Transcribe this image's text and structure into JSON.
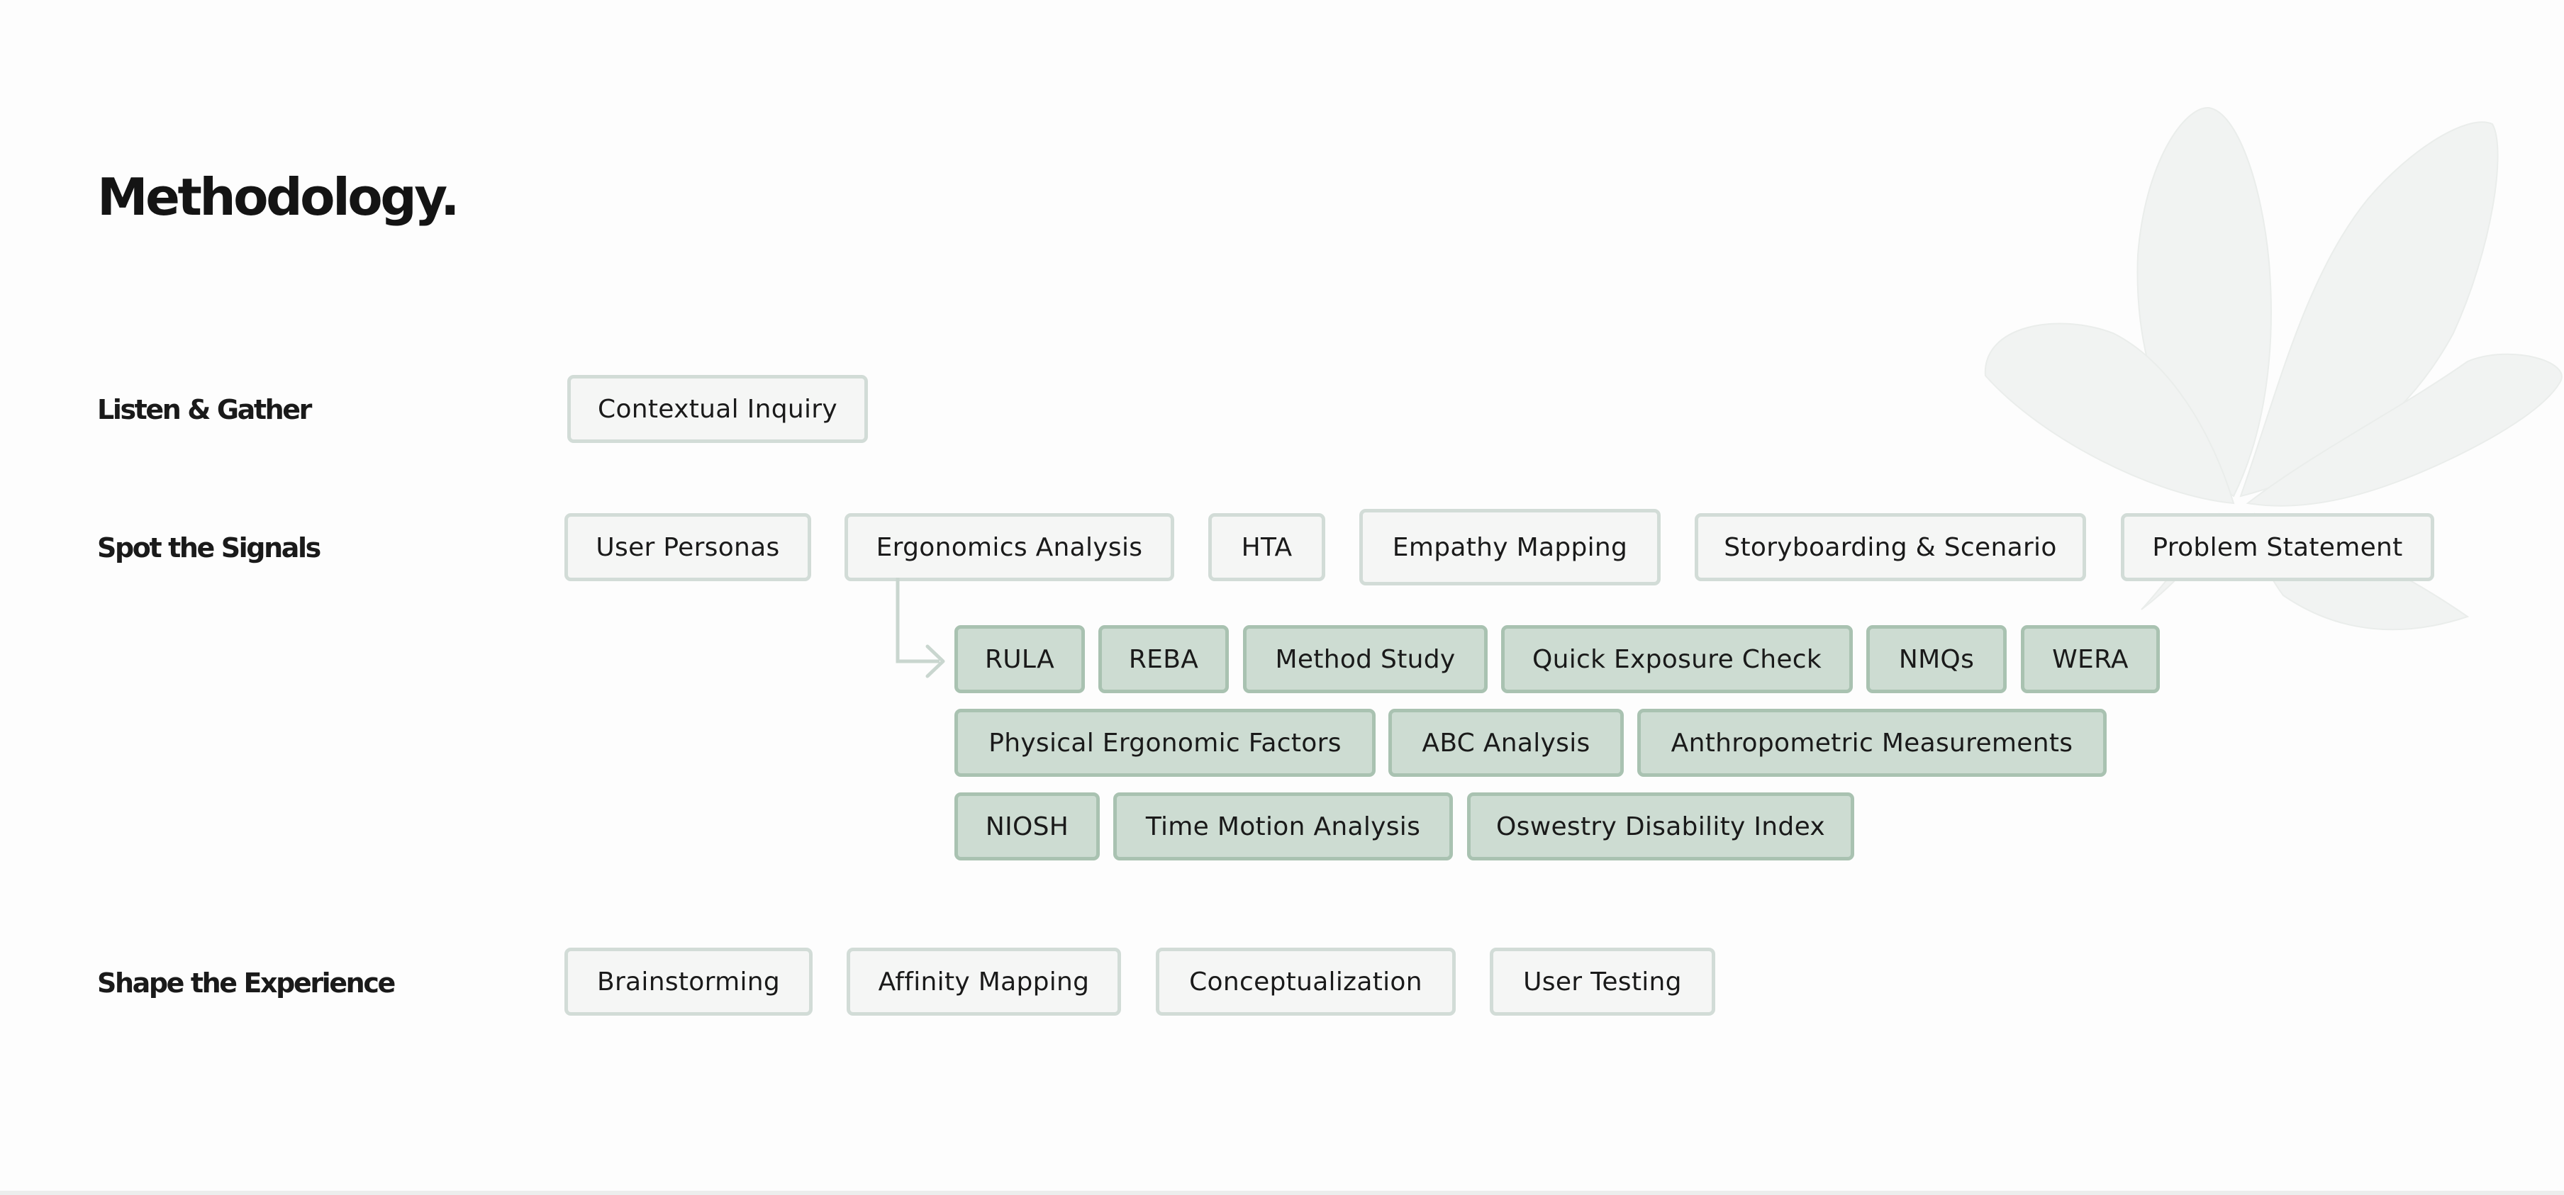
{
  "heading": "Methodology.",
  "colors": {
    "light_chip_bg": "#f5f6f5",
    "light_chip_border": "#d2dcd7",
    "green_chip_bg": "#cddcd2",
    "green_chip_border": "#a9c2b1",
    "text": "#141414"
  },
  "decor": {
    "watermark_icon": "leaf-icon"
  },
  "rows": [
    {
      "label": "Listen & Gather",
      "methods": [
        "Contextual Inquiry"
      ]
    },
    {
      "label": "Spot the Signals",
      "methods": [
        "User Personas",
        "Ergonomics Analysis",
        "HTA",
        "Empathy Mapping",
        "Storyboarding & Scenario",
        "Problem Statement"
      ],
      "ergonomics_submethods": [
        "RULA",
        "REBA",
        "Method Study",
        "Quick Exposure Check",
        "NMQs",
        "WERA",
        "Physical Ergonomic Factors",
        "ABC Analysis",
        "Anthropometric Measurements",
        "NIOSH",
        "Time Motion Analysis",
        "Oswestry Disability Index"
      ]
    },
    {
      "label": "Shape the Experience",
      "methods": [
        "Brainstorming",
        "Affinity Mapping",
        "Conceptualization",
        "User Testing"
      ]
    }
  ]
}
